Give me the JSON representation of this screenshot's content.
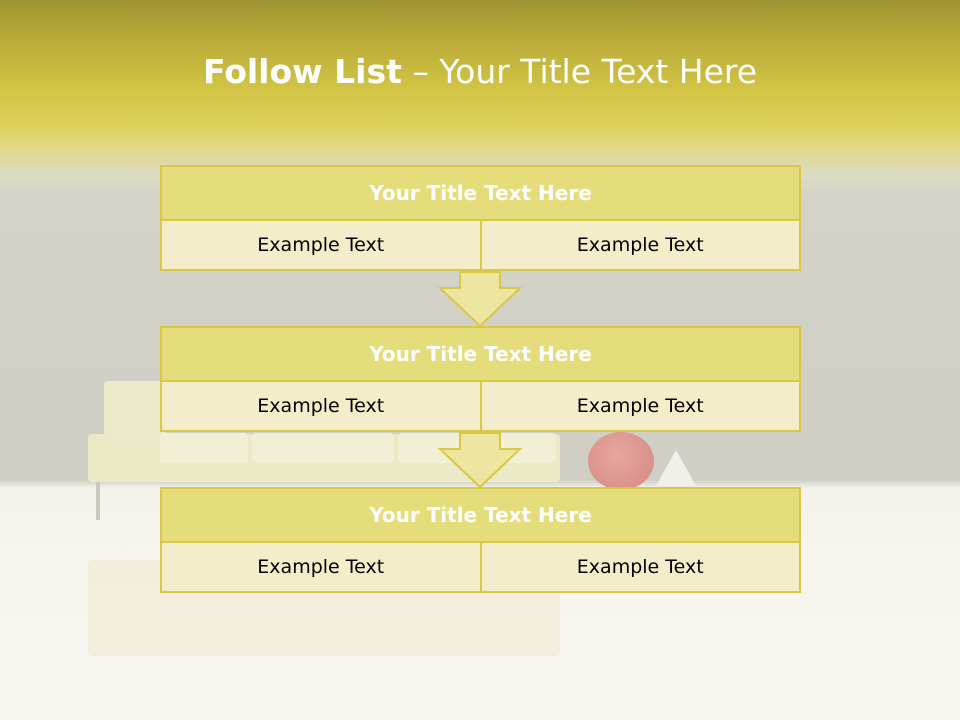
{
  "title": {
    "bold": "Follow List",
    "rest": " – Your Title Text Here"
  },
  "blocks": [
    {
      "heading": "Your Title Text Here",
      "cells": [
        "Example Text",
        "Example Text"
      ]
    },
    {
      "heading": "Your Title Text Here",
      "cells": [
        "Example Text",
        "Example Text"
      ]
    },
    {
      "heading": "Your Title Text Here",
      "cells": [
        "Example Text",
        "Example Text"
      ]
    }
  ],
  "colors": {
    "header_fill": "#e5dc7c",
    "border": "#d8c846",
    "cell_fill": "#f3edc9",
    "arrow_fill": "#eee5a0"
  }
}
